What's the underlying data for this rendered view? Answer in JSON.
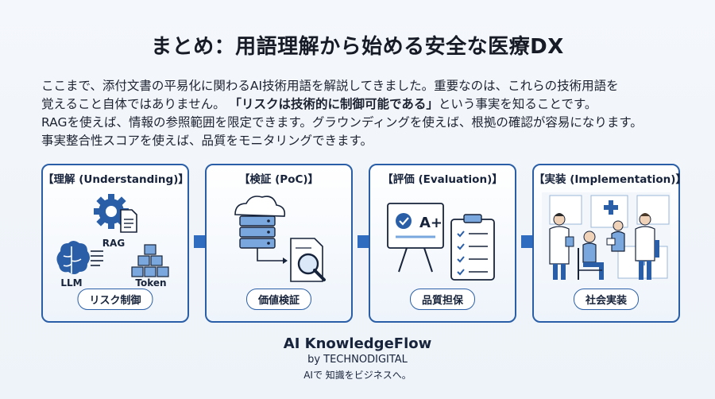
{
  "title": "まとめ：用語理解から始める安全な医療DX",
  "body": {
    "line1": "ここまで、添付文書の平易化に関わるAI技術用語を解説してきました。重要なのは、これらの技術用語を",
    "line2_pre": "覚えること自体ではありません。",
    "line2_em": "「リスクは技術的に制御可能である」",
    "line2_post": "という事実を知ることです。",
    "line3": "RAGを使えば、情報の参照範囲を限定できます。グラウンディングを使えば、根拠の確認が容易になります。",
    "line4": "事実整合性スコアを使えば、品質をモニタリングできます。"
  },
  "steps": [
    {
      "title": "【理解 (Understanding)】",
      "pill": "リスク制御",
      "labels": {
        "rag": "RAG",
        "llm": "LLM",
        "token": "Token"
      }
    },
    {
      "title": "【検証 (PoC)】",
      "pill": "価値検証"
    },
    {
      "title": "【評価 (Evaluation)】",
      "pill": "品質担保",
      "grade": "A+"
    },
    {
      "title": "【実装 (Implementation)】",
      "pill": "社会実装"
    }
  ],
  "brand": {
    "name": "AI KnowledgeFlow",
    "by": "by TECHNODIGITAL",
    "tagline": "AIで 知識をビジネスへ。"
  },
  "colors": {
    "accent": "#2a5fa8",
    "arrow": "#2f6cc0"
  }
}
